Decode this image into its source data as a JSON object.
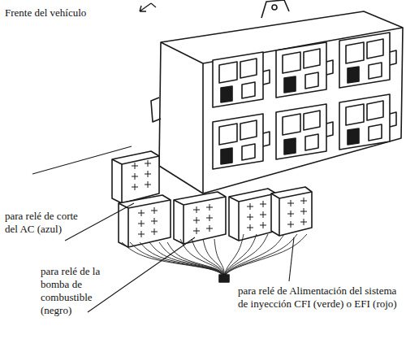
{
  "diagram": {
    "labels": [
      "Frente del vehículo",
      "para relé de corte del AC (azul)",
      "para relé de la bomba de combustible (negro)",
      "para relé de Alimentación del sistema de inyección CFI (verde) o EFI (rojo)"
    ]
  }
}
